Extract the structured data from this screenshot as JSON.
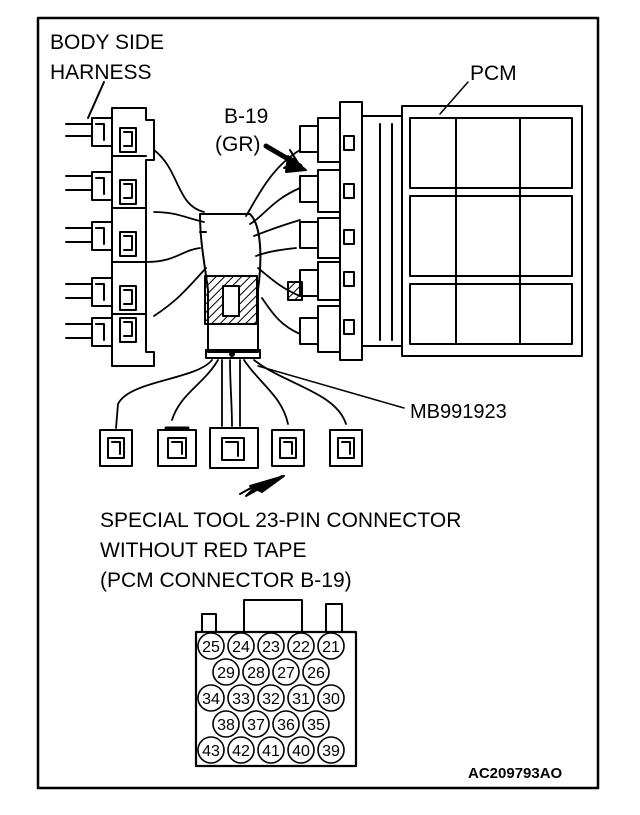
{
  "labels": {
    "body_side_1": "BODY SIDE",
    "body_side_2": "HARNESS",
    "pcm": "PCM",
    "b19": "B-19",
    "gr": "(GR)",
    "tool": "MB991923",
    "caption_1": "SPECIAL TOOL 23-PIN CONNECTOR",
    "caption_2": "WITHOUT RED TAPE",
    "caption_3": "(PCM CONNECTOR B-19)",
    "figure_code": "AC209793AO"
  },
  "pins": {
    "row1": [
      "25",
      "24",
      "23",
      "22",
      "21"
    ],
    "row2": [
      "29",
      "28",
      "27",
      "26"
    ],
    "row3": [
      "34",
      "33",
      "32",
      "31",
      "30"
    ],
    "row4": [
      "38",
      "37",
      "36",
      "35"
    ],
    "row5": [
      "43",
      "42",
      "41",
      "40",
      "39"
    ]
  }
}
